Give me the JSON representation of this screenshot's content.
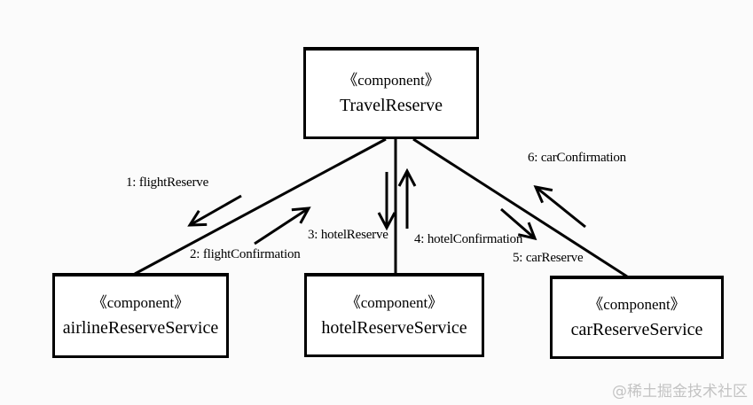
{
  "diagram": {
    "type": "uml-component-diagram",
    "nodes": [
      {
        "stereotype": "《component》",
        "name": "TravelReserve"
      },
      {
        "stereotype": "《component》",
        "name": "airlineReserveService"
      },
      {
        "stereotype": "《component》",
        "name": "hotelReserveService"
      },
      {
        "stereotype": "《component》",
        "name": "carReserveService"
      }
    ],
    "messages": [
      {
        "label": "1: flightReserve"
      },
      {
        "label": "2: flightConfirmation"
      },
      {
        "label": "3: hotelReserve"
      },
      {
        "label": "4: hotelConfirmation"
      },
      {
        "label": "5: carReserve"
      },
      {
        "label": "6: carConfirmation"
      }
    ],
    "watermark": "@稀土掘金技术社区",
    "colors": {
      "line": "#000000",
      "box_border": "#000000",
      "box_fill": "#ffffff",
      "text": "#000000",
      "background": "#fbfbfb",
      "watermark": "#c3c3c3"
    }
  }
}
